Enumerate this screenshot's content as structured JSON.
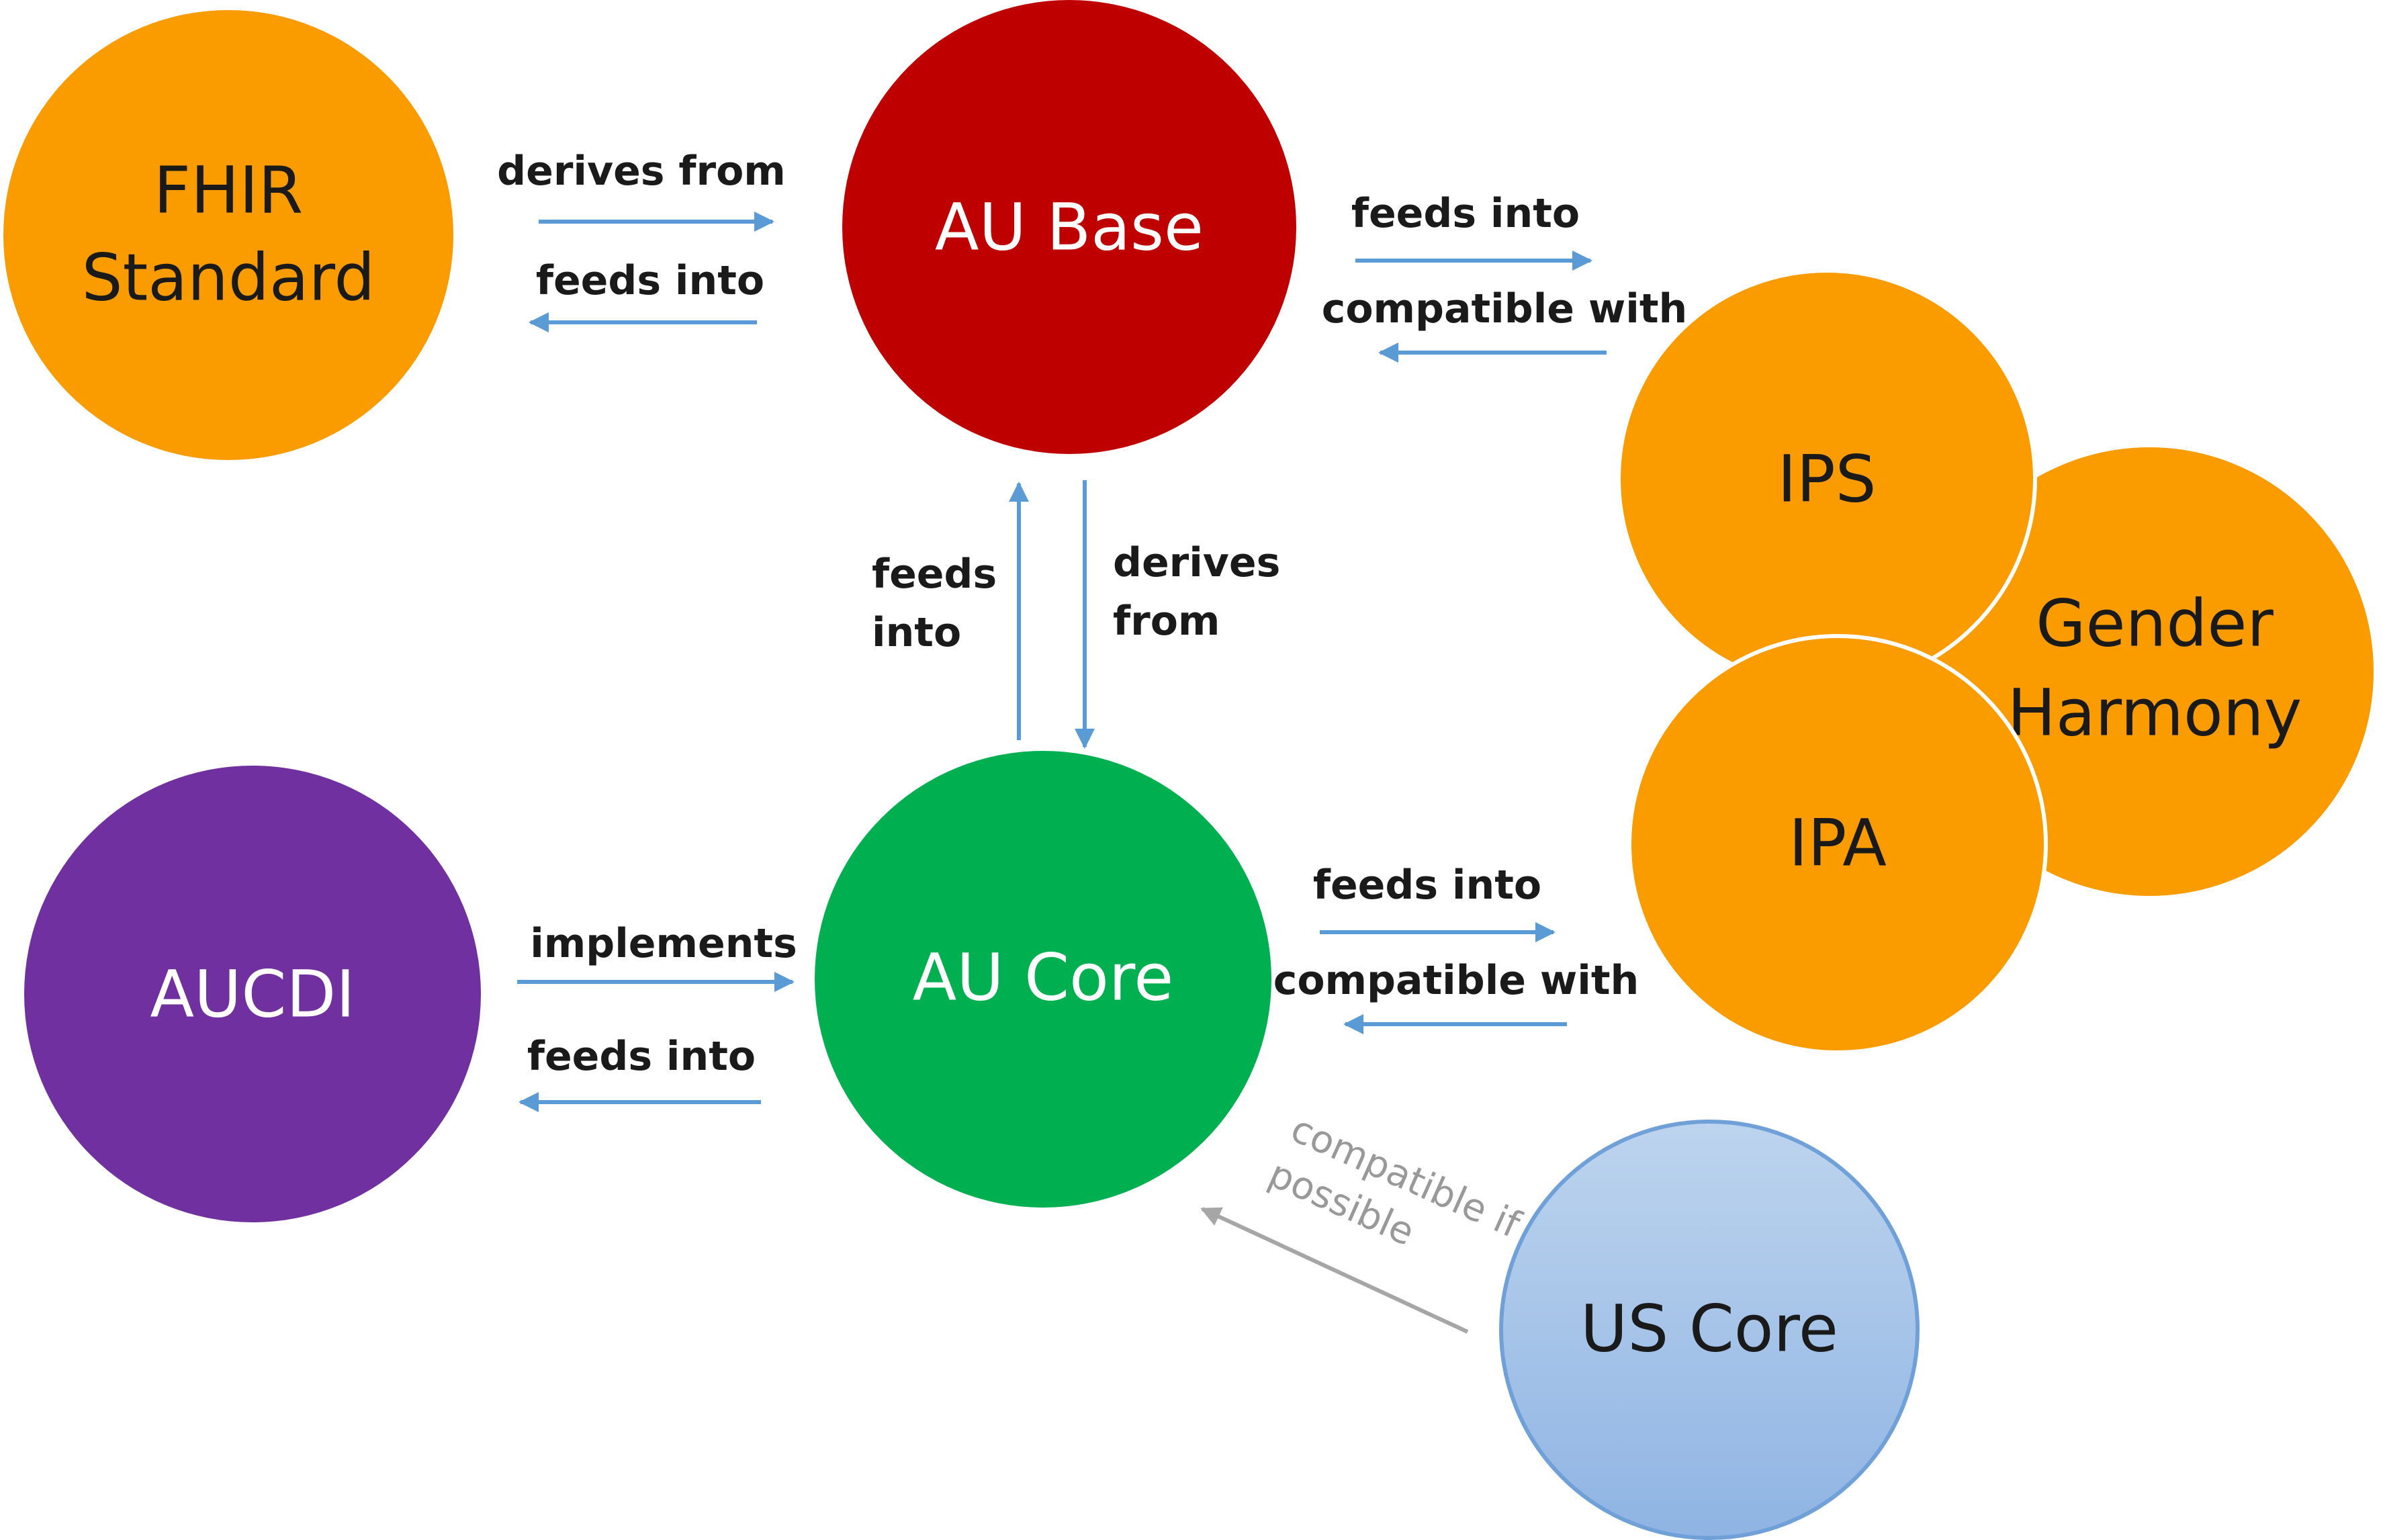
{
  "colors": {
    "orange": "#FA9B00",
    "red": "#BF0000",
    "green": "#00AF50",
    "purple": "#7030A0",
    "light_blue": "#9DC3E6",
    "arrow_blue": "#5B9BD5",
    "arrow_gray": "#A6A6A6",
    "node_text_dark": "#1a1a1a",
    "node_text_light": "#ffffff"
  },
  "nodes": {
    "fhir": {
      "lines": [
        "FHIR",
        "Standard"
      ]
    },
    "au_base": {
      "lines": [
        "AU Base"
      ]
    },
    "ips": {
      "lines": [
        "IPS"
      ]
    },
    "gender_harmony": {
      "lines": [
        "Gender",
        "Harmony"
      ]
    },
    "ipa": {
      "lines": [
        "IPA"
      ]
    },
    "aucdi": {
      "lines": [
        "AUCDI"
      ]
    },
    "au_core": {
      "lines": [
        "AU Core"
      ]
    },
    "us_core": {
      "lines": [
        "US Core"
      ]
    }
  },
  "edges": {
    "fhir_to_base_top": "derives from",
    "fhir_to_base_bottom": "feeds into",
    "base_to_group_top": "feeds into",
    "base_to_group_bottom": "compatible with",
    "core_to_base_left": [
      "feeds",
      "into"
    ],
    "base_to_core_right": [
      "derives",
      "from"
    ],
    "aucdi_to_core_top": "implements",
    "aucdi_to_core_bottom": "feeds into",
    "core_to_group_top": "feeds into",
    "core_to_group_bottom": "compatible with",
    "us_core_to_core": [
      "compatible if",
      "possible"
    ]
  }
}
